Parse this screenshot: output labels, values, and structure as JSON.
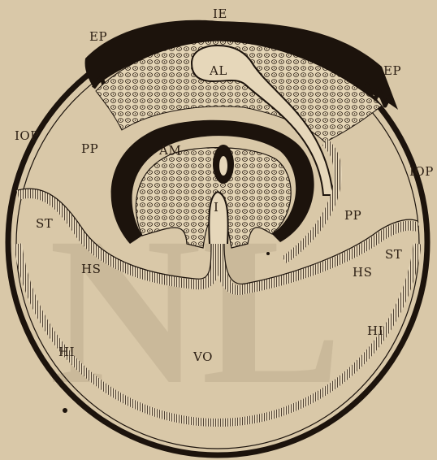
{
  "labels": {
    "ie": "IE",
    "ep_left": "EP",
    "ep_right": "EP",
    "al": "AL",
    "iop_left": "IOP",
    "iop_right": "IOP",
    "pp_left": "PP",
    "pp_right": "PP",
    "am": "AM",
    "i": "I",
    "st_left": "ST",
    "st_right": "ST",
    "hs_left": "HS",
    "hs_right": "HS",
    "hi_left": "HI",
    "hi_right": "HI",
    "vo": "VO"
  },
  "watermark": "NL",
  "colors": {
    "paper": "#d9c8a8",
    "ink": "#1c130c",
    "cell_fill": "#e4d5b6"
  }
}
